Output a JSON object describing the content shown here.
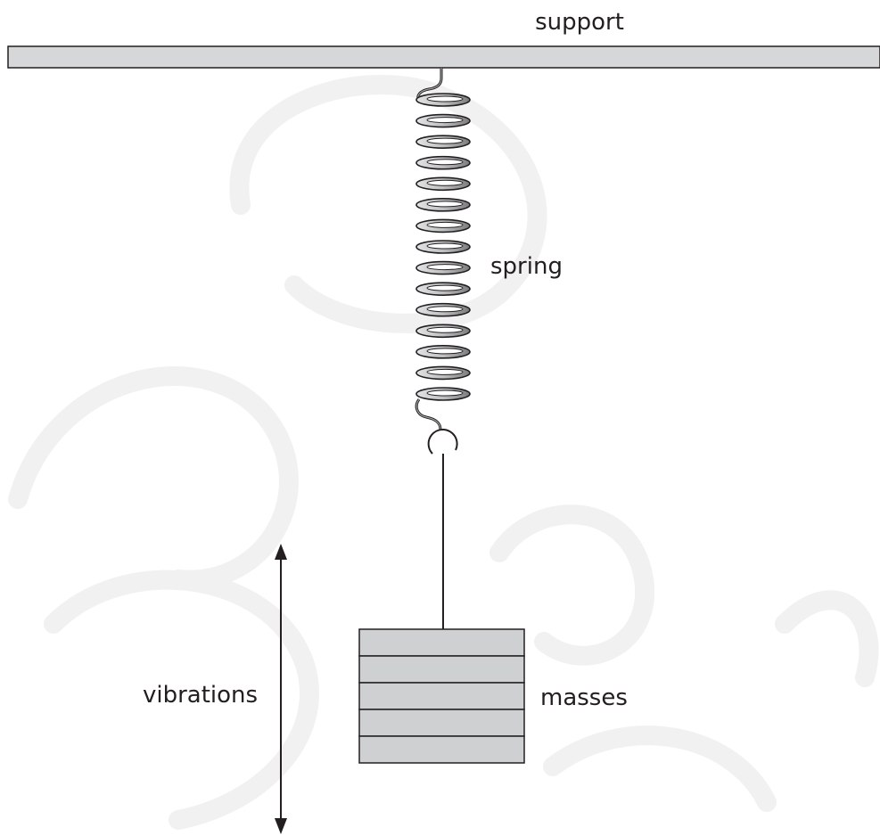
{
  "labels": {
    "support": "support",
    "spring": "spring",
    "masses": "masses",
    "vibrations": "vibrations"
  },
  "colors": {
    "support_fill": "#d6d7d9",
    "mass_fill": "#cfd0d2",
    "line": "#231f20",
    "coil_light": "#e2e3e4",
    "coil_dark": "#7a7b7d",
    "watermark": "#f1f1f1"
  },
  "masses": {
    "count": 5
  },
  "spring": {
    "coil_count": 15
  }
}
